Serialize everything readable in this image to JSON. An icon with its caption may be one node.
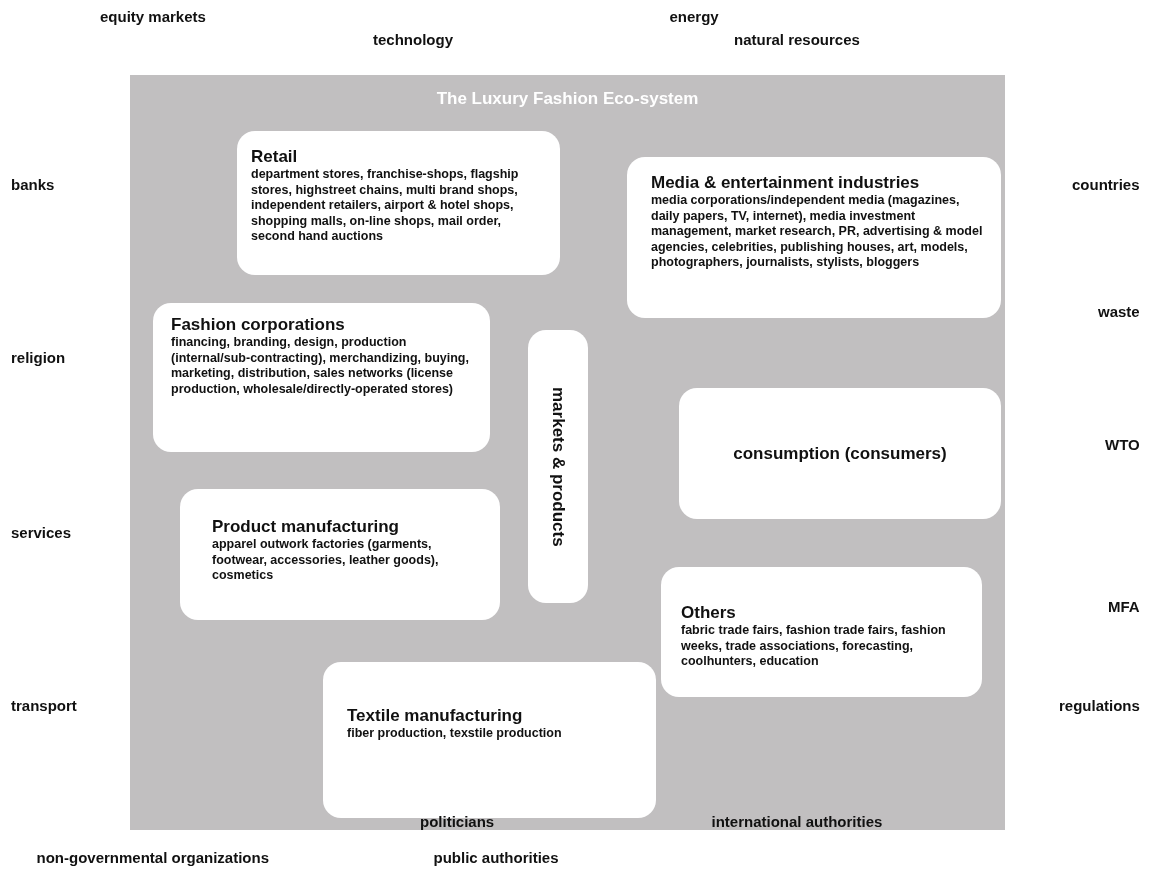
{
  "diagram": {
    "nodes": [
      {
        "text": [
          "The Luxury Fashion Eco-system"
        ]
      },
      {
        "text": [
          "Retail",
          "department stores, franchise-shops, flagship stores, highstreet chains, multi brand shops, independent retailers, airport & hotel shops, shopping malls, on-line shops, mail order, second hand auctions"
        ],
        "in": 0
      },
      {
        "text": [
          "Media & entertainment industries",
          "media corporations/independent media (magazines, daily papers, TV, internet), media investment management, market research, PR, advertising & model agencies, celebrities, publishing houses, art, models, photographers, journalists, stylists, bloggers"
        ],
        "in": 0
      },
      {
        "text": [
          "Fashion corporations",
          "financing, branding, design, production (internal/sub-contracting), merchandizing, buying, marketing, distribution, sales networks (license production, wholesale/directly-operated stores)"
        ],
        "in": 0
      },
      {
        "text": [
          "markets & products"
        ],
        "in": 0
      },
      {
        "text": [
          "consumption (consumers)"
        ],
        "in": 0
      },
      {
        "text": [
          "Product manufacturing",
          "apparel outwork factories (garments, footwear, accessories, leather goods), cosmetics"
        ],
        "in": 0
      },
      {
        "text": [
          "Others",
          "fabric trade fairs, fashion trade fairs, fashion weeks, trade associations, forecasting, coolhunters, education"
        ],
        "in": 0
      },
      {
        "text": [
          "Textile manufacturing",
          "fiber production, texstile production"
        ],
        "in": 0
      }
    ],
    "labels": [
      "equity markets",
      "energy",
      "technology",
      "natural resources",
      "banks",
      "countries",
      "waste",
      "religion",
      "WTO",
      "services",
      "MFA",
      "transport",
      "regulations",
      "politicians",
      "international authorities",
      "non-governmental organizations",
      "public authorities"
    ]
  }
}
